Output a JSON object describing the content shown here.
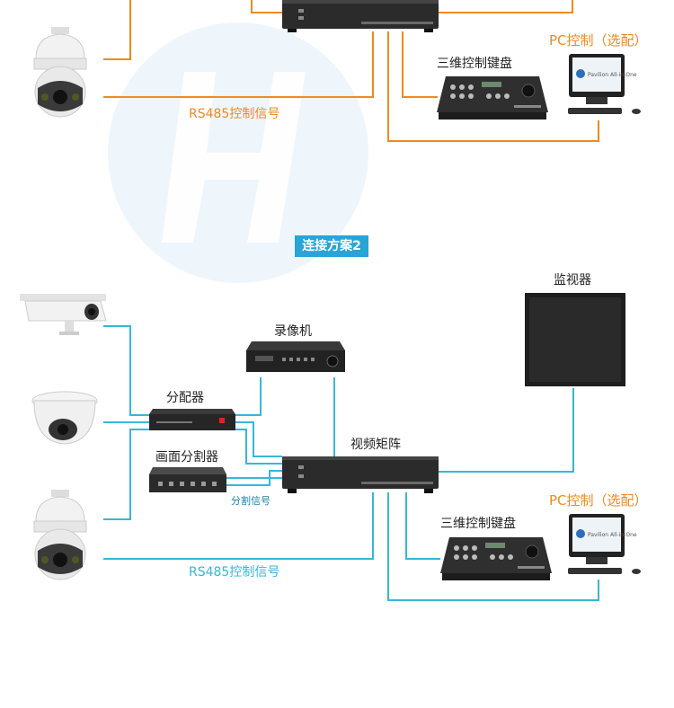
{
  "scheme1": {
    "pc_label": "PC控制（选配）",
    "keyboard_label": "三维控制键盘",
    "rs485_label": "RS485控制信号",
    "wire_color": "#ef8a1e"
  },
  "scheme2": {
    "badge": "连接方案2",
    "monitor_label": "监视器",
    "recorder_label": "录像机",
    "splitter_label": "分配器",
    "matrix_label": "视频矩阵",
    "divider_label": "画面分割器",
    "divider_signal": "分割信号",
    "pc_label": "PC控制（选配）",
    "keyboard_label": "三维控制键盘",
    "rs485_label": "RS485控制信号",
    "wire_color": "#36b7d8"
  },
  "icons": [
    "bullet-camera-icon",
    "dome-camera-icon",
    "speed-dome-camera-icon",
    "matrix-device-icon",
    "keyboard-icon",
    "pc-icon",
    "monitor-icon",
    "dvr-icon",
    "splitter-icon",
    "quad-divider-icon",
    "watermark-logo-icon"
  ]
}
